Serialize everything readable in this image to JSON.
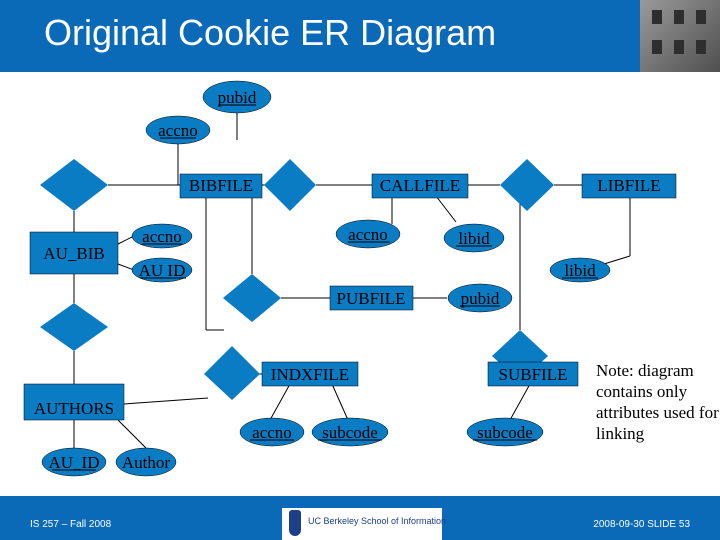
{
  "header": {
    "title": "Original Cookie ER Diagram"
  },
  "footer": {
    "left": "IS 257 – Fall 2008",
    "right": "2008-09-30  SLIDE 53",
    "logo_text": "UC Berkeley School of Information"
  },
  "diagram": {
    "entities": {
      "bibfile": "BIBFILE",
      "callfile": "CALLFILE",
      "libfile": "LIBFILE",
      "au_bib": "AU_BIB",
      "pubfile": "PUBFILE",
      "indxfile": "INDXFILE",
      "subfile": "SUBFILE",
      "authors": "AUTHORS"
    },
    "attributes": {
      "pubid_top": "pubid",
      "accno_top": "accno",
      "accno_aubib": "accno",
      "auid_aubib": "AU ID",
      "accno_callfile": "accno",
      "libid_callfile": "libid",
      "libid_libfile": "libid",
      "pubid_pubfile": "pubid",
      "accno_indx": "accno",
      "subcode_indx": "subcode",
      "subcode_subfile": "subcode",
      "auid_authors": "AU_ID",
      "author_authors": "Author"
    },
    "note": "Note: diagram contains only attributes used for linking"
  },
  "colors": {
    "header": "#0a6ab8",
    "shape_fill": "#0a7cc4"
  }
}
